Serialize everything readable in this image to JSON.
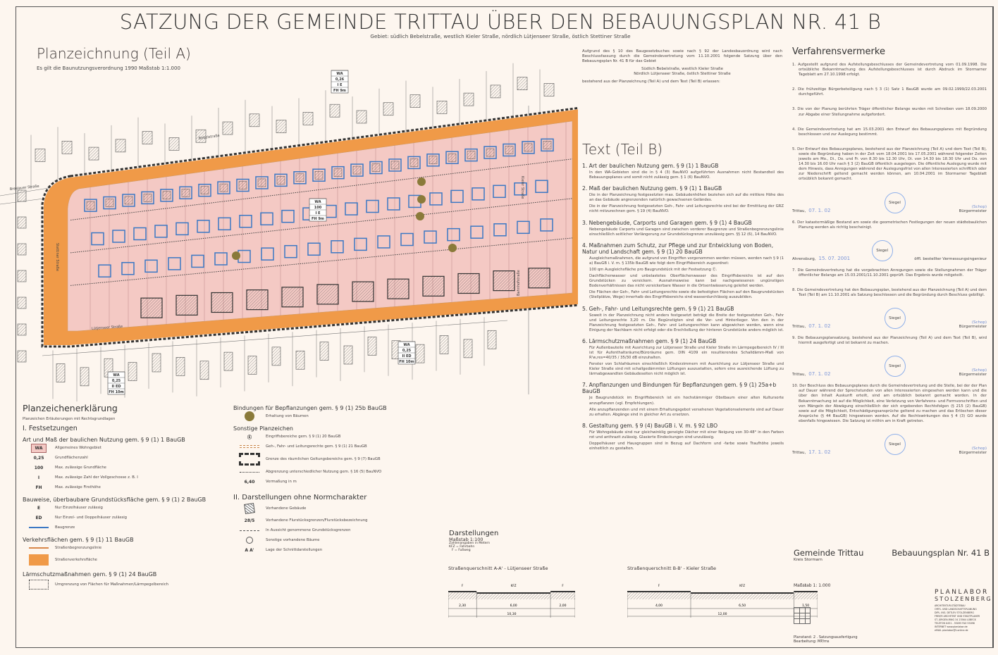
{
  "header": {
    "title": "SATZUNG DER GEMEINDE TRITTAU ÜBER DEN BEBAUUNGSPLAN NR. 41 B",
    "subtitle": "Gebiet: südlich Bebelstraße, westlich Kieler Straße, nördlich Lütjenseer Straße, östlich Stettiner Straße"
  },
  "plan": {
    "title": "Planzeichnung (Teil A)",
    "subtitle": "Es gilt die Baunutzungsverordnung 1990   Maßstab 1:1.000",
    "streets": [
      "Breslauer Straße",
      "Bebelstraße",
      "Stettiner Straße",
      "Lütjenseer Straße",
      "Kieler Straße",
      "Bahnhofstraße"
    ],
    "nutzungsschablonen": [
      {
        "rows": [
          "WA",
          "0,26",
          "I  E",
          "FH 9m"
        ]
      },
      {
        "rows": [
          "WA",
          "100",
          "I  E",
          "FH 9m"
        ]
      },
      {
        "rows": [
          "WA",
          "0,25",
          "II  ED",
          "FH 10m"
        ]
      },
      {
        "rows": [
          "WA",
          "0,25",
          "II  ED",
          "FH 10m"
        ]
      }
    ],
    "colors": {
      "wohngebiet": "#f4c9c4",
      "verkehrsflaeche": "#f09a48",
      "baugrenze": "#3b78c4",
      "geltungsbereich": "#333333",
      "baeume": "#8a7a3a"
    }
  },
  "preamble": {
    "p1": "Aufgrund des § 10 des Baugesetzbuches sowie nach § 92 der Landesbauordnung wird nach Beschlussfassung durch die Gemeindevertretung vom 11.10.2001 folgende Satzung über den Bebauungsplan Nr. 41 B für das Gebiet",
    "area1": "Südlich Bebelstraße, westlich Kieler Straße",
    "area2": "Nördlich Lütjenseer Straße, östlich Stettiner Straße",
    "p2": "bestehend aus der Planzeichnung (Teil A) und dem Text (Teil B) erlassen:"
  },
  "teil_b": {
    "title": "Text (Teil B)",
    "sections": [
      {
        "h": "1. Art der baulichen Nutzung gem. § 9 (1) 1 BauGB",
        "p": [
          "In den WA-Gebieten sind die in § 4 (3) BauNVO aufgeführten Ausnahmen nicht Bestandteil des Bebauungsplanes und somit nicht zulässig gem. § 1 (6) BauNVO."
        ]
      },
      {
        "h": "2. Maß der baulichen Nutzung gem. § 9 (1) 1 BauGB",
        "p": [
          "Die in der Planzeichnung festgesetzten max. Gebäudenhöhen beziehen sich auf die mittlere Höhe des an das Gebäude angrenzenden natürlich gewachsenen Geländes.",
          "Die in der Planzeichnung festgesetzten Geh-, Fahr- und Leitungsrechte sind bei der Ermittlung der GRZ nicht mitzurechnen gem. § 19 (4) BauNVO."
        ]
      },
      {
        "h": "3. Nebengebäude, Carports und Garagen gem. § 9 (1) 4 BauGB",
        "p": [
          "Nebengebäude Carports und Garagen sind zwischen vorderer Baugrenze und Straßenbegrenzungslinie einschließlich seitlicher Verlängerung zur Grundstücksgrenze unzulässig gem. §§ 12 (6), 14 BauNVO."
        ]
      },
      {
        "h": "4. Maßnahmen zum Schutz, zur Pflege und zur Entwicklung von Boden, Natur und Landschaft gem. § 9 (1) 20 BauGB",
        "p": [
          "Ausgleichsmaßnahmen, die aufgrund von Eingriffen vorgenommen werden müssen, werden nach § 9 (1 a) BauGB i. V. m. § 135b BauGB wie folgt dem Eingriffsbereich zugeordnet:",
          "100 qm Ausgleichsfläche pro Baugrundstück mit der Festsetzung Ⓔ.",
          "Dachflächenwasser und unbelastetes Oberflächenwasser des Eingriffsbereichs ist auf den Grundstücken zu versickern. Ausnahmsweise kann bei nachgewiesenen ungünstigen Bodenverhältnissen das nicht versickerbare Wasser in die Ortsentwässerung geleitet werden.",
          "Die Flächen der Geh-, Fahr- und Leitungsrechte sowie die befestigten Flächen auf den Baugrundstücken (Stellplätze, Wege) innerhalb des Eingriffsbereichs sind wasserdurchlässig auszubilden."
        ]
      },
      {
        "h": "5. Geh-, Fahr- und Leitungsrechte gem. § 9 (1) 21 BauGB",
        "p": [
          "Soweit in der Planzeichnung nicht anders festgesetzt beträgt die Breite der festgesetzten Geh-, Fahr und Leitungsrechte 3,20 m. Die Begünstigten sind die Vor- und Hinterlieger. Von den in der Planzeichnung festgesetzten Geh-, Fahr- und Leitungsrechten kann abgewichen werden, wenn eine Einigung der Nachbarn nicht erfolgt oder die Erschließung der hinteren Grundstücke anders möglich ist."
        ]
      },
      {
        "h": "6. Lärmschutzmaßnahmen gem. § 9 (1) 24 BauGB",
        "p": [
          "Für Außenbauteile mit Ausrichtung zur Lütjenseer Straße und Kieler Straße im Lärmpegelbereich IV / III ist für Aufenthaltsräume/Büroräume gem. DIN 4109 ein resultierendes Schalldämm-Maß von R'w,res=40/35 / 35/30 dB einzuhalten.",
          "Fenster von Schlafräumen einschließlich Kinderzimmern mit Ausrichtung zur Lütjenseer Straße und Kieler Straße sind mit schallgedämmten Lüftungen auszustatten, sofern eine ausreichende Lüftung zu lärmabgewandten Gebäudeseiten nicht möglich ist."
        ]
      },
      {
        "h": "7. Anpflanzungen und Bindungen für Bepflanzungen gem. § 9 (1) 25a+b BauGB",
        "p": [
          "Je Baugrundstück im Eingriffsbereich ist ein hochstämmiger Obstbaum einer alten Kultursorte anzupflanzen (vgl. Empfehlungen).",
          "Alle anzupflanzenden und mit einem Erhaltungsgebot versehenen Vegetationselemente sind auf Dauer zu erhalten. Abgänge sind in gleicher Art zu ersetzen."
        ]
      },
      {
        "h": "8. Gestaltung gem. § 9 (4) BauGB i. V. m. § 92 LBO",
        "p": [
          "Für Wohngebäude sind nur gleichwinklig geneigte Dächer mit einer Neigung von 30-48° in den Farben rot und anthrazit zulässig. Glasierte Eindeckungen sind unzulässig.",
          "Doppelhäuser und Hausgruppen sind in Bezug auf Dachform und -farbe sowie Traufhöhe jeweils einheitlich zu gestalten."
        ]
      }
    ]
  },
  "verfahren": {
    "title": "Verfahrensvermerke",
    "items": [
      {
        "t": "1. Aufgestellt aufgrund des Aufstellungsbeschlusses der Gemeindevertretung vom 01.09.1998. Die ortsübliche Bekanntmachung des Aufstellungsbeschlusses ist durch Abdruck im Stormarner Tageblatt am 27.10.1998 erfolgt."
      },
      {
        "t": "2. Die frühzeitige Bürgerbeteiligung nach § 3 (1) Satz 1 BauGB wurde am 09.02.1999/22.03.2001 durchgeführt."
      },
      {
        "t": "3. Die von der Planung berührten Träger öffentlicher Belange wurden mit Schreiben vom 18.09.2000 zur Abgabe einer Stellungnahme aufgefordert."
      },
      {
        "t": "4. Die Gemeindevertretung hat am 15.03.2001 den Entwurf des Bebauungsplanes mit Begründung beschlossen und zur Auslegung bestimmt."
      },
      {
        "t": "5. Der Entwurf des Bebauungsplanes, bestehend aus der Planzeichnung (Teil A) und dem Text (Teil B), sowie die Begründung haben in der Zeit vom 18.04.2001 bis 17.05.2001 während folgender Zeiten jeweils am Mo., Di., Do. und Fr. von 8.30 bis 12.30 Uhr, Di. von 14.30 bis 18.30 Uhr und Do. von 14.30 bis 16.00 Uhr nach § 3 (2) BauGB öffentlich ausgelegen. Die öffentliche Auslegung wurde mit dem Hinweis, dass Anregungen während der Auslegungsfrist von allen Interessierten schriftlich oder zur Niederschrift geltend gemacht werden können, am 10.04.2001 im Stormarner Tageblatt ortsüblich bekannt gemacht.",
        "sig": {
          "place": "Trittau,",
          "date": "07. 1. 02",
          "seal": "Siegel",
          "name": "(Schop)",
          "role": "Bürgermeister"
        }
      },
      {
        "t": "6. Der katastermäßige Bestand am        sowie die geometrischen Festlegungen der neuen städtebaulichen Planung werden als richtig bescheinigt.",
        "sig": {
          "place": "Ahrensburg,",
          "date": "15. 07. 2001",
          "seal": "Siegel",
          "name": "",
          "role": "öffl. bestellter Vermessungsingenieur"
        }
      },
      {
        "t": "7. Die Gemeindevertretung hat die vorgebrachten Anregungen sowie die Stellungnahmen der Träger öffentlicher Belange am 15.03.2001/11.10.2001 geprüft. Das Ergebnis wurde mitgeteilt."
      },
      {
        "t": "8. Die Gemeindevertretung hat den Bebauungsplan, bestehend aus der Planzeichnung (Teil A) und dem Text (Teil B) am 11.10.2001 als Satzung beschlossen und die Begründung durch Beschluss gebilligt.",
        "sig": {
          "place": "Trittau,",
          "date": "07. 1. 02",
          "seal": "Siegel",
          "name": "(Schop)",
          "role": "Bürgermeister"
        }
      },
      {
        "t": "9. Die Bebauungsplansatzung, bestehend aus der Planzeichnung (Teil A) und dem Text (Teil B), wird hiermit ausgefertigt und ist bekannt zu machen.",
        "sig": {
          "place": "Trittau,",
          "date": "07. 1. 02",
          "seal": "Siegel",
          "name": "(Schop)",
          "role": "Bürgermeister"
        }
      },
      {
        "t": "10. Der Beschluss des Bebauungsplanes durch die Gemeindevertretung und die Stelle, bei der der Plan auf Dauer während der Sprechstunden von allen Interessierten eingesehen werden kann und die über den Inhalt Auskunft erteilt, sind am ortsüblich bekannt gemacht worden. In der Bekanntmachung ist auf die Möglichkeit, eine Verletzung von Verfahrens- und Formvorschriften und von Mängeln der Abwägung einschließlich der sich ergebenden Rechtsfolgen (§ 215 (2) BauGB) sowie auf die Möglichkeit, Entschädigungsansprüche geltend zu machen und das Erlöschen dieser Ansprüche (§ 44 BauGB) hingewiesen worden. Auf die Rechtswirkungen des § 4 (3) GO wurde ebenfalls hingewiesen. Die Satzung ist mithin am in Kraft getreten.",
        "sig": {
          "place": "Trittau,",
          "date": "17. 1. 02",
          "seal": "Siegel",
          "name": "(Schop)",
          "role": "Bürgermeister"
        }
      }
    ]
  },
  "legend": {
    "title": "Planzeichenerklärung",
    "colheads": "Planzeichen   Erläuterungen mit Rechtsgrundlagen",
    "festsetzungen": "I. Festsetzungen",
    "groups": [
      {
        "h": "Art und Maß der baulichen Nutzung gem. § 9 (1) 1 BauGB",
        "rows": [
          {
            "sym": "WA",
            "t": "Allgemeines Wohngebiet"
          },
          {
            "sym": "0,25",
            "t": "Grundflächenzahl"
          },
          {
            "sym": "100",
            "t": "Max. zulässige Grundfläche"
          },
          {
            "sym": "I",
            "t": "Max. zulässige Zahl der Vollgeschosse z. B. I"
          },
          {
            "sym": "FH",
            "t": "Max. zulässige Firsthöhe"
          }
        ]
      },
      {
        "h": "Bauweise, überbaubare Grundstücksfläche gem. § 9 (1) 2 BauGB",
        "rows": [
          {
            "sym": "E",
            "t": "Nur Einzelhäuser zulässig"
          },
          {
            "sym": "ED",
            "t": "Nur Einzel- und Doppelhäuser zulässig"
          },
          {
            "sym": "",
            "t": "Baugrenze"
          }
        ]
      },
      {
        "h": "Verkehrsflächen gem. § 9 (1) 11 BauGB",
        "rows": [
          {
            "sym": "",
            "t": "Straßenbegrenzungslinie"
          },
          {
            "sym": "",
            "t": "Straßenverkehrsfläche"
          }
        ]
      },
      {
        "h": "Lärmschutzmaßnahmen gem. § 9 (1) 24 BauGB",
        "rows": [
          {
            "sym": "",
            "t": "Umgrenzung von Flächen für Maßnahmen/Lärmpegelbereich"
          }
        ]
      }
    ],
    "col2": [
      {
        "h": "Bindungen für Bepflanzungen gem. § 9 (1) 25b BauGB",
        "rows": [
          {
            "t": "Erhaltung von Bäumen"
          }
        ]
      },
      {
        "h": "Sonstige Planzeichen",
        "rows": [
          {
            "sym": "Ⓔ",
            "t": "Eingriffsbereiche gem. § 9 (1) 20 BauGB"
          },
          {
            "t": "Geh-, Fahr- und Leitungsrechte gem. § 9 (1) 21 BauGB"
          },
          {
            "t": "Grenze des räumlichen Geltungsbereichs gem. § 9 (7) BauGB"
          },
          {
            "t": "Abgrenzung unterschiedlicher Nutzung gem. § 16 (5) BauNVO"
          },
          {
            "sym": "6,40",
            "t": "Vermaßung in m"
          }
        ]
      },
      {
        "h": "II. Darstellungen ohne Normcharakter",
        "rows": [
          {
            "t": "Vorhandene Gebäude"
          },
          {
            "sym": "28/5",
            "t": "Vorhandene Flurstücksgrenzen/Flurstücksbezeichnung"
          },
          {
            "t": "In Aussicht genommene Grundstücksgrenzen"
          },
          {
            "t": "Sonstige vorhandene Bäume"
          },
          {
            "sym": "A    A'",
            "t": "Lage der Schnittdarstellungen"
          }
        ]
      }
    ]
  },
  "darstellungen": {
    "title": "Darstellungen",
    "scale": "Maßstab 1:100",
    "note": "Zahlenangaben in Metern",
    "kfz": "KFZ = Fahrbahn",
    "f": "F = Fußweg",
    "sections": [
      {
        "title": "Straßenquerschnitt A-A' - Lütjenseer Straße",
        "labels": [
          "F",
          "KFZ",
          "F"
        ],
        "widths": [
          "2,30",
          "6,00",
          "2,00"
        ],
        "total": "10,30"
      },
      {
        "title": "Straßenquerschnitt B-B' - Kieler Straße",
        "labels": [
          "F",
          "KFZ",
          "F"
        ],
        "widths": [
          "4,00",
          "6,50",
          "1,50"
        ],
        "total": "12,00"
      }
    ]
  },
  "titleblock": {
    "gemeinde": "Gemeinde Trittau",
    "kreis": "Kreis Stormarn",
    "plan": "Bebauungsplan Nr. 41 B",
    "scale": "Maßstab 1: 1.000",
    "planstand": "Planstand: 2 . Satzungsausfertigung",
    "bearbeitung": "Bearbeitung: MP/ms",
    "firm1": "PLANLABOR",
    "firm2": "STOLZENBERG",
    "firm_lines": [
      "ARCHITEKTUR-STÄDTEBAU",
      "ORTS- UND LANDSCHAFTSPLANUNG",
      "DIPL. ING. DETLEV STOLZENBERG",
      "FREIER ARCHITEKT UND STADTPLANER",
      "ST. JÜRGEN-RING 34   23564 LÜBECK",
      "TELEFON 0451 - 55095   FAX 55096",
      "INTERNET   www.planlabor.de",
      "eMAIL   planlabor@t-online.de"
    ]
  }
}
